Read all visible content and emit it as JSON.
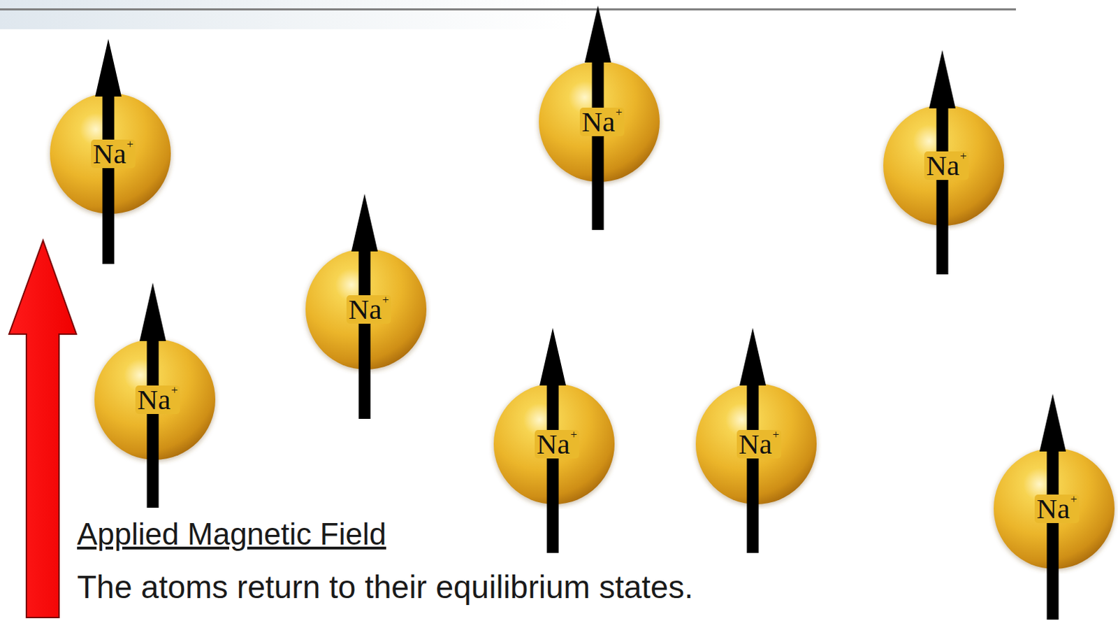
{
  "diagram": {
    "nodes": [
      {
        "text": [
          "Na",
          "+"
        ]
      },
      {
        "text": [
          "Na",
          "+"
        ]
      },
      {
        "text": [
          "Na",
          "+"
        ]
      },
      {
        "text": [
          "Na",
          "+"
        ]
      },
      {
        "text": [
          "Na",
          "+"
        ]
      },
      {
        "text": [
          "Na",
          "+"
        ]
      },
      {
        "text": [
          "Na",
          "+"
        ]
      },
      {
        "text": [
          "Na",
          "+"
        ]
      }
    ],
    "labels": [
      "Applied Magnetic Field",
      "The atoms return to their equilibrium states."
    ]
  }
}
